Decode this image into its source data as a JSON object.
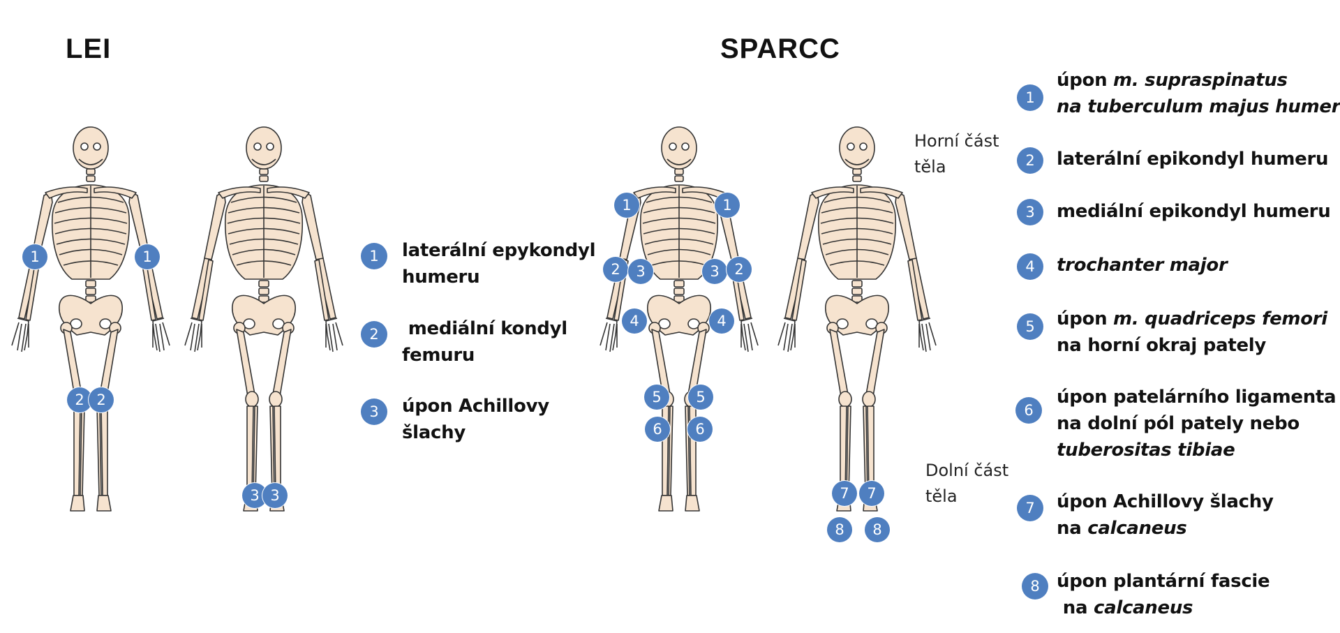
{
  "lei": {
    "title": "LEI",
    "legend": [
      {
        "num": "1",
        "line1": "laterální epykondyl",
        "line2": "humeru"
      },
      {
        "num": "2",
        "line1": " mediální kondyl",
        "line2": "femuru"
      },
      {
        "num": "3",
        "line1": "úpon Achillovy",
        "line2": "šlachy"
      }
    ],
    "markers": {
      "m1": "1",
      "m2": "2",
      "m3": "3"
    }
  },
  "sparcc": {
    "title": "SPARCC",
    "upper_label": {
      "line1": "Horní část",
      "line2": "těla"
    },
    "lower_label": {
      "line1": "Dolní část",
      "line2": "těla"
    },
    "legend": [
      {
        "num": "1",
        "a": "úpon ",
        "b": "m. supraspinatus",
        "c": "na tuberculum majus humeri"
      },
      {
        "num": "2",
        "a": "laterální epikondyl humeru"
      },
      {
        "num": "3",
        "a": "mediální epikondyl humeru"
      },
      {
        "num": "4",
        "b": "trochanter major"
      },
      {
        "num": "5",
        "a": "úpon ",
        "b": "m. quadriceps femori",
        "c": "na horní okraj pately"
      },
      {
        "num": "6",
        "a": "úpon patelárního ligamenta",
        "c": "na dolní pól pately nebo",
        "d": "tuberositas tibiae"
      },
      {
        "num": "7",
        "a": "úpon Achillovy šlachy",
        "c": "na ",
        "d": "calcaneus"
      },
      {
        "num": "8",
        "a": "úpon plantární fascie",
        "c": " na ",
        "d": "calcaneus"
      }
    ],
    "markers": {
      "m1": "1",
      "m2": "2",
      "m3": "3",
      "m4": "4",
      "m5": "5",
      "m6": "6",
      "m7": "7",
      "m8": "8"
    }
  },
  "colors": {
    "badge": "#4f7fc0",
    "bone": "#f6e3cf",
    "outline": "#333333"
  }
}
